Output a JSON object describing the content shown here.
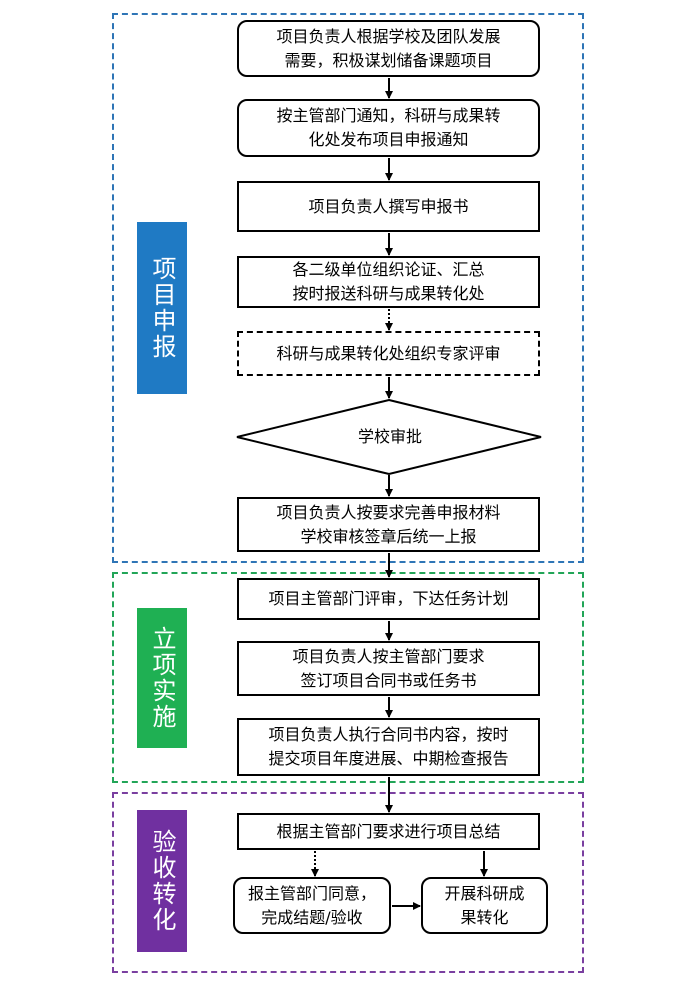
{
  "stages": {
    "declaration": "项目申报",
    "implementation": "立项实施",
    "acceptance": "验收转化"
  },
  "steps": {
    "reserve_topics": "项目负责人根据学校及团队发展\n需要，积极谋划储备课题项目",
    "publish_notice": "按主管部门通知，科研与成果转\n化处发布项目申报通知",
    "write_application": "项目负责人撰写申报书",
    "unit_review": "各二级单位组织论证、汇总\n按时报送科研与成果转化处",
    "expert_review": "科研与成果转化处组织专家评审",
    "school_approval": "学校审批",
    "finalize_materials": "项目负责人按要求完善申报材料\n学校审核签章后统一上报",
    "dept_review": "项目主管部门评审，下达任务计划",
    "sign_contract": "项目负责人按主管部门要求\n签订项目合同书或任务书",
    "execute_contract": "项目负责人执行合同书内容，按时\n提交项目年度进展、中期检查报告",
    "summary": "根据主管部门要求进行项目总结",
    "close_project": "报主管部门同意，\n完成结题/验收",
    "transform_results": "开展科研成\n果转化"
  }
}
